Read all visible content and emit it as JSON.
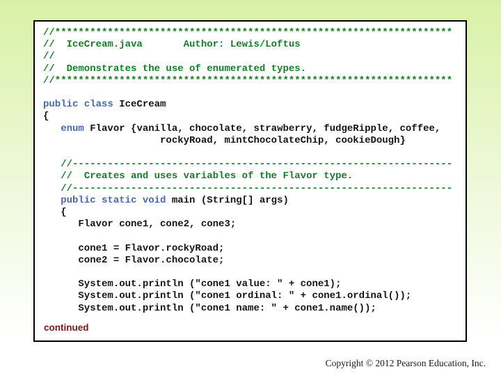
{
  "slide": {
    "continued_label": "continued",
    "footer_text": "Copyright © 2012 Pearson Education, Inc."
  },
  "colors": {
    "background_top": "#d8f1a6",
    "background_mid": "#edf8d6",
    "panel_background": "#ffffff",
    "panel_border": "#000000",
    "comment_green": "#157d26",
    "keyword_blue": "#4668b2",
    "code_text": "#141414",
    "continued_red": "#7e1517",
    "footer_color": "#1a1a1a"
  },
  "code": {
    "language": "java",
    "lines": [
      [
        {
          "c": "comment",
          "t": "//********************************************************************"
        }
      ],
      [
        {
          "c": "comment",
          "t": "//  IceCream.java       Author: Lewis/Loftus"
        }
      ],
      [
        {
          "c": "comment",
          "t": "//"
        }
      ],
      [
        {
          "c": "comment",
          "t": "//  Demonstrates the use of enumerated types."
        }
      ],
      [
        {
          "c": "comment",
          "t": "//********************************************************************"
        }
      ],
      [],
      [
        {
          "c": "keyword",
          "t": "public class"
        },
        {
          "c": "plain",
          "t": " IceCream"
        }
      ],
      [
        {
          "c": "plain",
          "t": "{"
        }
      ],
      [
        {
          "c": "plain",
          "t": "   "
        },
        {
          "c": "keyword",
          "t": "enum"
        },
        {
          "c": "plain",
          "t": " Flavor {vanilla, chocolate, strawberry, fudgeRipple, coffee,"
        }
      ],
      [
        {
          "c": "plain",
          "t": "                    rockyRoad, mintChocolateChip, cookieDough}"
        }
      ],
      [],
      [
        {
          "c": "plain",
          "t": "   "
        },
        {
          "c": "comment",
          "t": "//-----------------------------------------------------------------"
        }
      ],
      [
        {
          "c": "plain",
          "t": "   "
        },
        {
          "c": "comment",
          "t": "//  Creates and uses variables of the Flavor type."
        }
      ],
      [
        {
          "c": "plain",
          "t": "   "
        },
        {
          "c": "comment",
          "t": "//-----------------------------------------------------------------"
        }
      ],
      [
        {
          "c": "plain",
          "t": "   "
        },
        {
          "c": "keyword",
          "t": "public static void"
        },
        {
          "c": "plain",
          "t": " main (String[] args)"
        }
      ],
      [
        {
          "c": "plain",
          "t": "   {"
        }
      ],
      [
        {
          "c": "plain",
          "t": "      Flavor cone1, cone2, cone3;"
        }
      ],
      [],
      [
        {
          "c": "plain",
          "t": "      cone1 = Flavor.rockyRoad;"
        }
      ],
      [
        {
          "c": "plain",
          "t": "      cone2 = Flavor.chocolate;"
        }
      ],
      [],
      [
        {
          "c": "plain",
          "t": "      System.out.println (\"cone1 value: \" + cone1);"
        }
      ],
      [
        {
          "c": "plain",
          "t": "      System.out.println (\"cone1 ordinal: \" + cone1.ordinal());"
        }
      ],
      [
        {
          "c": "plain",
          "t": "      System.out.println (\"cone1 name: \" + cone1.name());"
        }
      ]
    ]
  }
}
